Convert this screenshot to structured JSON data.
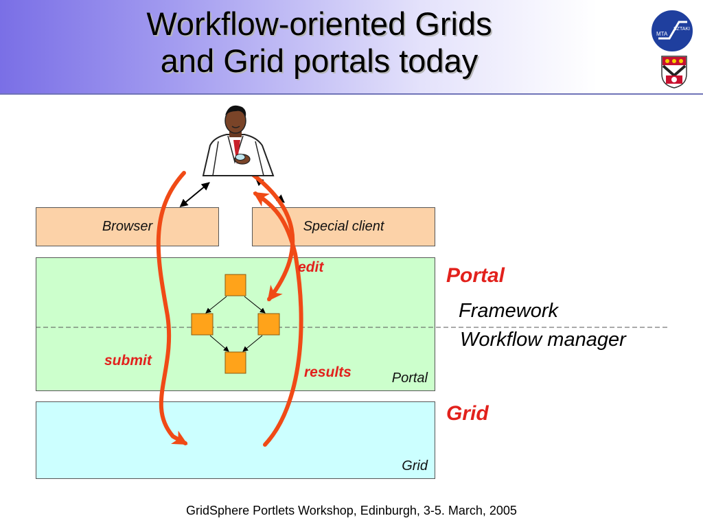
{
  "slide": {
    "title_line1": "Workflow-oriented Grids",
    "title_line2": "and Grid portals today",
    "footer": "GridSphere Portlets Workshop, Edinburgh, 3-5. March, 2005"
  },
  "logos": {
    "mta_left": "MTA",
    "mta_right": "SZTAKI"
  },
  "diagram": {
    "browser_label": "Browser",
    "special_client_label": "Special client",
    "portal_box_label": "Portal",
    "grid_box_label": "Grid",
    "flow_edit": "edit",
    "flow_submit": "submit",
    "flow_results": "results"
  },
  "side": {
    "portal_heading": "Portal",
    "framework": "Framework",
    "workflow_manager": "Workflow manager",
    "grid_heading": "Grid"
  },
  "colors": {
    "accent_red": "#e2211c",
    "flow_arrow": "#f04a16",
    "client_box": "#fcd2a8",
    "portal_box": "#ccffcc",
    "grid_box": "#ccffff",
    "workflow_node": "#ffa31a",
    "logo_blue": "#1f3f9e"
  },
  "icons": {
    "user": "scientist-user-icon",
    "university_logo": "edinburgh-crest-icon"
  }
}
